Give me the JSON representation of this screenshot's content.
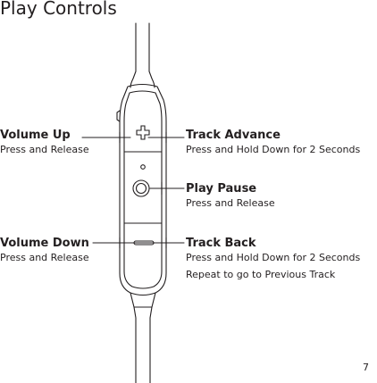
{
  "title": "Play Controls",
  "controls": {
    "volume_up": {
      "label": "Volume Up",
      "action": "Press and Release"
    },
    "volume_down": {
      "label": "Volume Down",
      "action": "Press and Release"
    },
    "track_advance": {
      "label": "Track Advance",
      "action": "Press and Hold Down for 2 Seconds"
    },
    "play_pause": {
      "label": "Play Pause",
      "action": "Press and Release"
    },
    "track_back": {
      "label": "Track Back",
      "action": "Press and Hold Down for 2 Seconds",
      "note": "Repeat to go to Previous Track"
    }
  },
  "page_number": "7"
}
